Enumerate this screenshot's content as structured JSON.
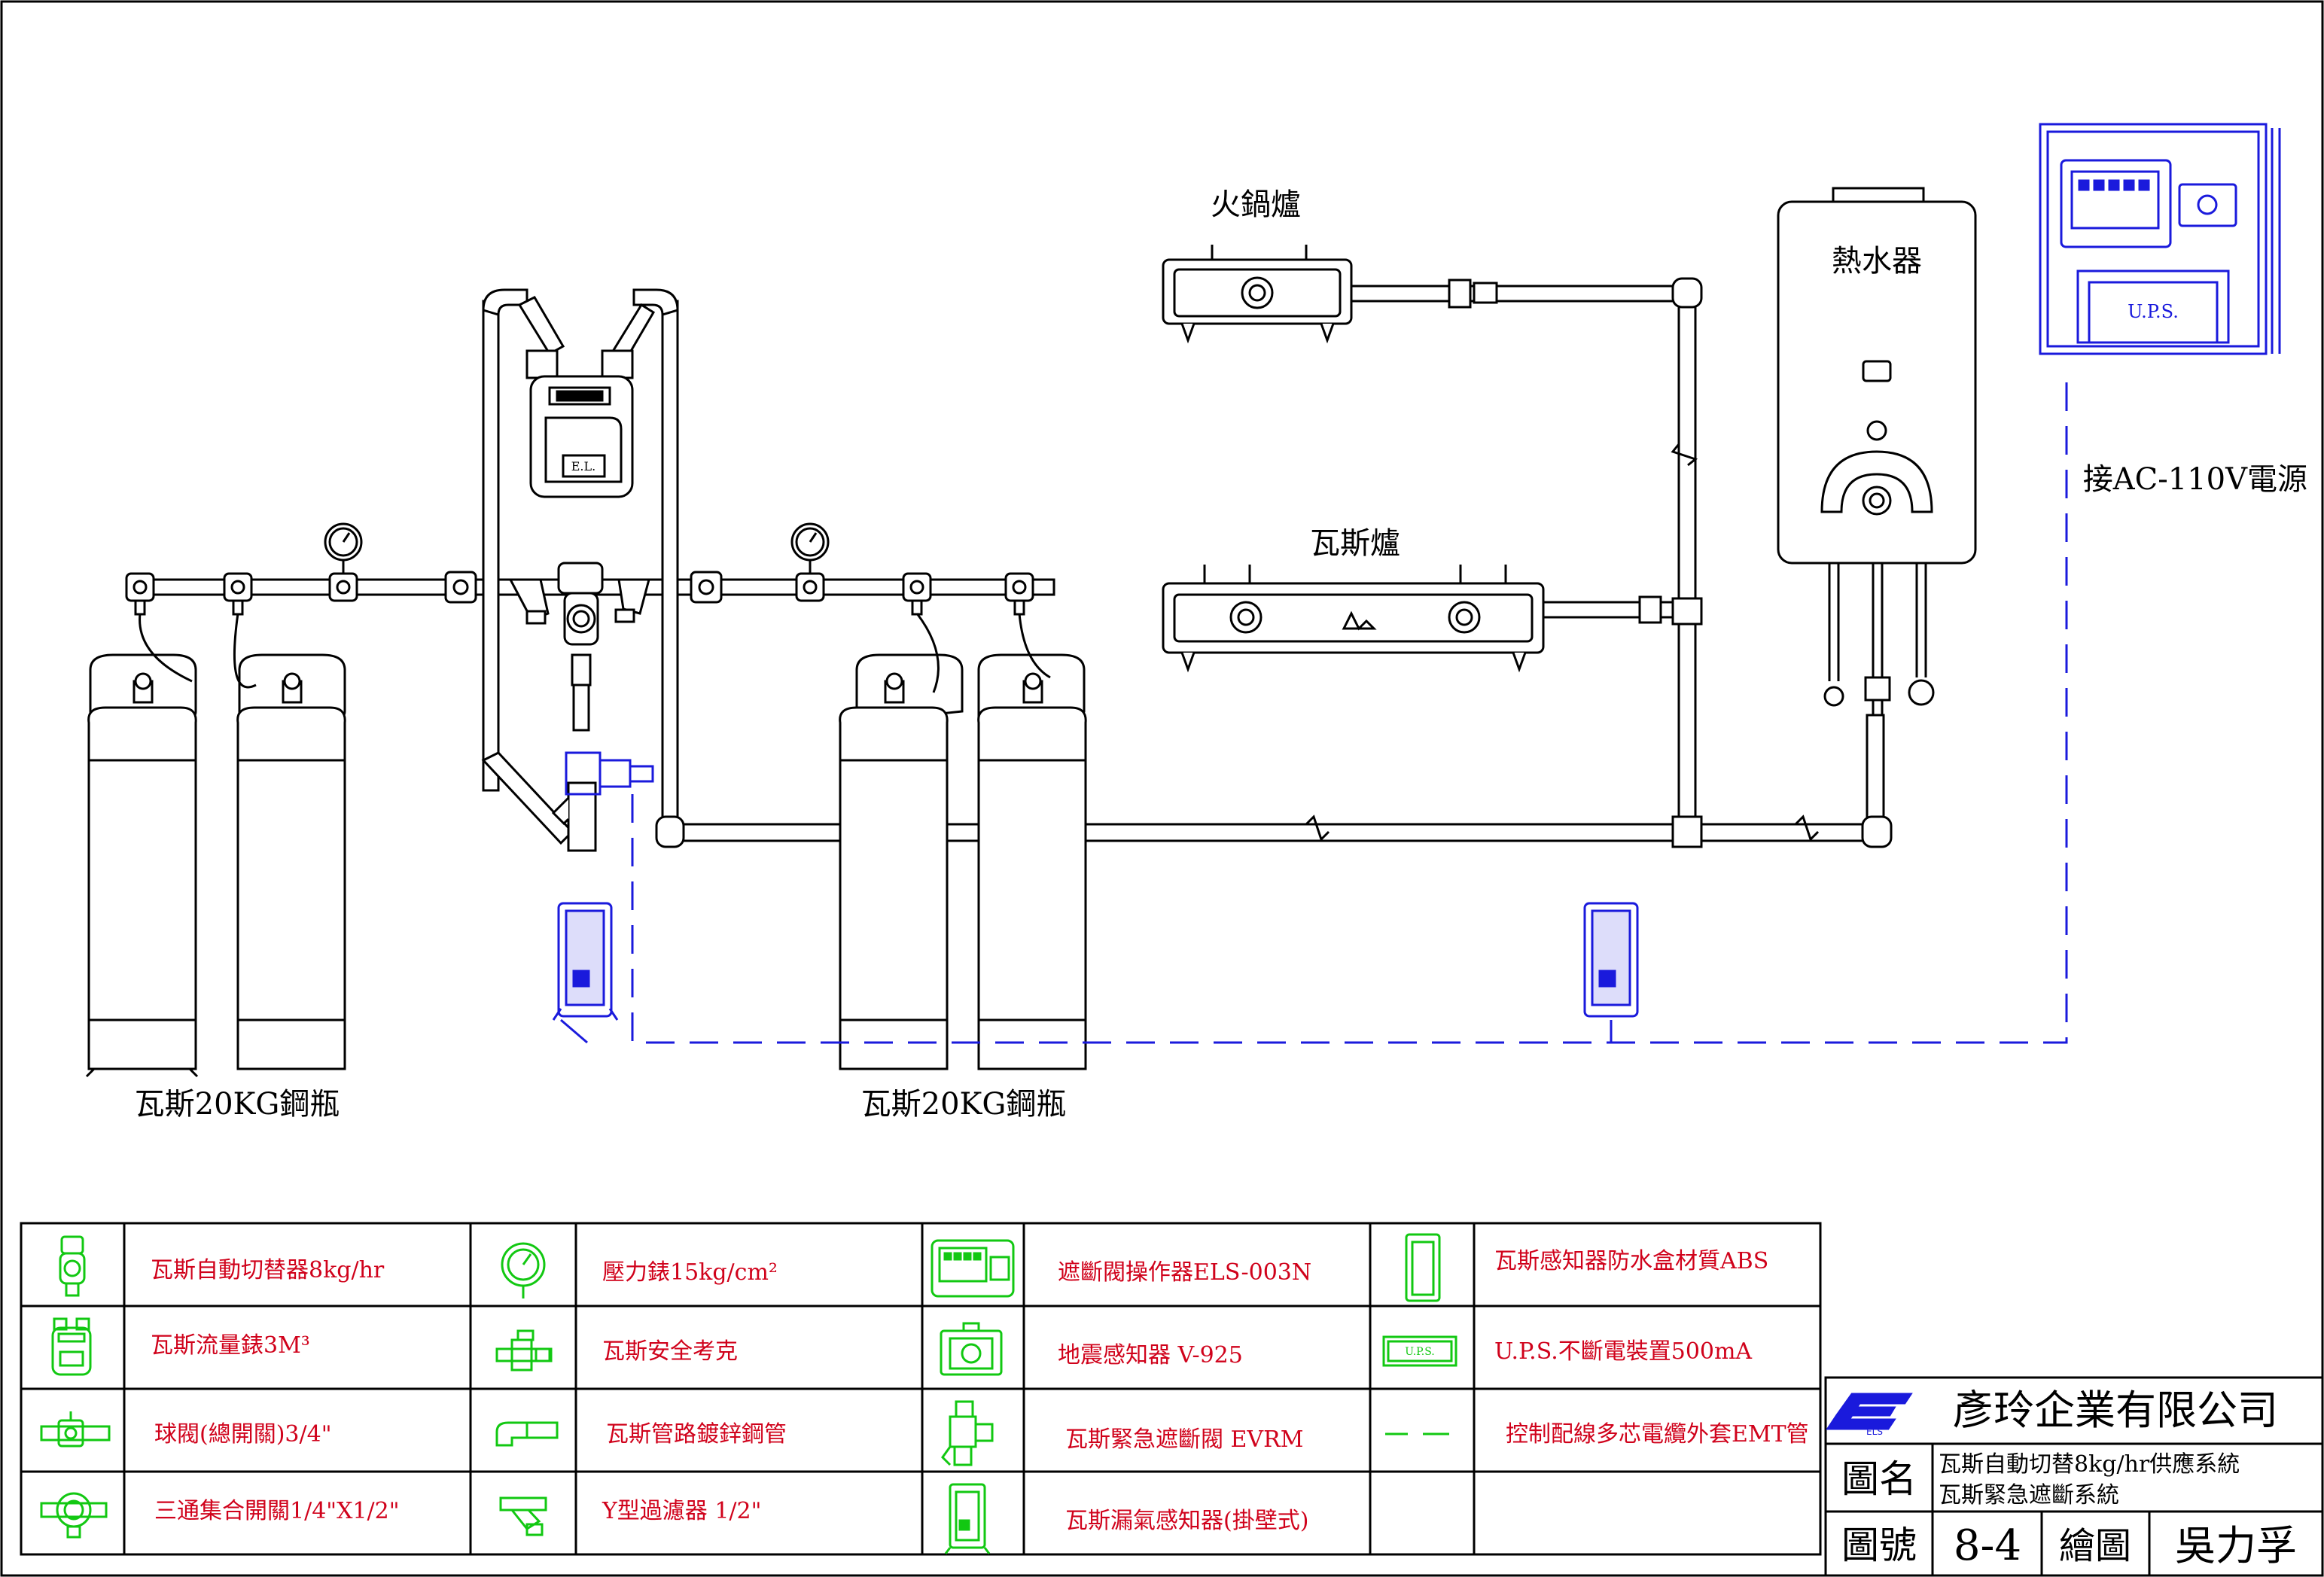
{
  "diagram": {
    "labels": {
      "hotpot_stove": "火鍋爐",
      "gas_stove": "瓦斯爐",
      "water_heater": "熱水器",
      "power": "接AC-110V電源",
      "cylinders_left": "瓦斯20KG鋼瓶",
      "cylinders_right": "瓦斯20KG鋼瓶",
      "meter_mark": "E.L.",
      "ups_label": "U.P.S."
    }
  },
  "legend": {
    "items": [
      {
        "icon": "auto-switch-icon",
        "text": "瓦斯自動切替器8kg/hr"
      },
      {
        "icon": "flow-meter-icon",
        "text": "瓦斯流量錶3M³"
      },
      {
        "icon": "ball-valve-icon",
        "text": "球閥(總開關)3/4\""
      },
      {
        "icon": "three-way-valve-icon",
        "text": "三通集合開關1/4\"X1/2\""
      },
      {
        "icon": "pressure-gauge-icon",
        "text": "壓力錶15kg/cm²"
      },
      {
        "icon": "safety-cock-icon",
        "text": "瓦斯安全考克"
      },
      {
        "icon": "galvanized-pipe-icon",
        "text": "瓦斯管路鍍鋅鋼管"
      },
      {
        "icon": "y-strainer-icon",
        "text": "Y型過濾器 1/2\""
      },
      {
        "icon": "valve-controller-icon",
        "text": "遮斷閥操作器ELS-003N"
      },
      {
        "icon": "seismic-sensor-icon",
        "text": "地震感知器 V-925"
      },
      {
        "icon": "evrm-valve-icon",
        "text": "瓦斯緊急遮斷閥 EVRM"
      },
      {
        "icon": "gas-detector-icon",
        "text": "瓦斯漏氣感知器(掛壁式)"
      },
      {
        "icon": "waterproof-box-icon",
        "text": "瓦斯感知器防水盒材質ABS"
      },
      {
        "icon": "ups-icon",
        "text": "U.P.S.不斷電裝置500mA"
      },
      {
        "icon": "emt-cable-icon",
        "text": "控制配線多芯電纜外套EMT管"
      }
    ],
    "ups_icon_text": "U.P.S."
  },
  "title_block": {
    "company": "彥玲企業有限公司",
    "logo_text": "ELS",
    "drawing_name_label": "圖名",
    "drawing_name_line1": "瓦斯自動切替8kg/hr供應系統",
    "drawing_name_line2": "瓦斯緊急遮斷系統",
    "drawing_no_label": "圖號",
    "drawing_no": "8-4",
    "drawn_by_label": "繪圖",
    "drawn_by": "吳力孚"
  },
  "colors": {
    "line": "#000000",
    "wiring": "#1a1adc",
    "legend_text": "#d0021b",
    "legend_icon": "#12c812"
  }
}
